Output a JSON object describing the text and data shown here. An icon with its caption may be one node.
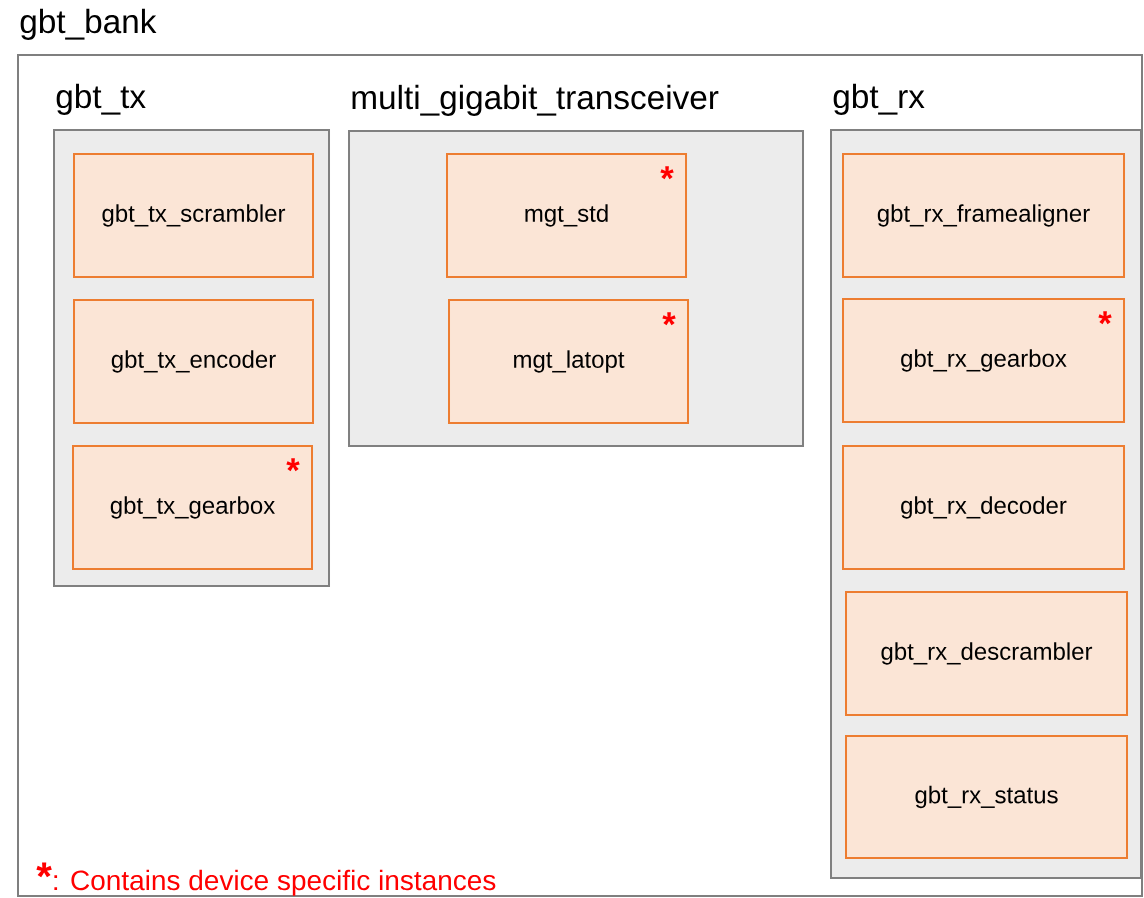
{
  "diagram": {
    "nodes": [
      {
        "text": [
          "gbt_bank"
        ]
      },
      {
        "text": [
          "gbt_tx"
        ],
        "in": 0
      },
      {
        "text": [
          "gbt_tx_scrambler"
        ],
        "in": 1
      },
      {
        "text": [
          "gbt_tx_encoder"
        ],
        "in": 1
      },
      {
        "text": [
          "*",
          "gbt_tx_gearbox"
        ],
        "in": 1
      },
      {
        "text": [
          "multi_gigabit_transceiver"
        ],
        "in": 0
      },
      {
        "text": [
          "*",
          "mgt_std"
        ],
        "in": 5
      },
      {
        "text": [
          "*",
          "mgt_latopt"
        ],
        "in": 5
      },
      {
        "text": [
          "gbt_rx"
        ],
        "in": 0
      },
      {
        "text": [
          "gbt_rx_framealigner"
        ],
        "in": 8
      },
      {
        "text": [
          "*",
          "gbt_rx_gearbox"
        ],
        "in": 8
      },
      {
        "text": [
          "gbt_rx_decoder"
        ],
        "in": 8
      },
      {
        "text": [
          "gbt_rx_descrambler"
        ],
        "in": 8
      },
      {
        "text": [
          "gbt_rx_status"
        ],
        "in": 8
      }
    ],
    "labels": [
      "*",
      ": Contains device specific instances"
    ]
  }
}
